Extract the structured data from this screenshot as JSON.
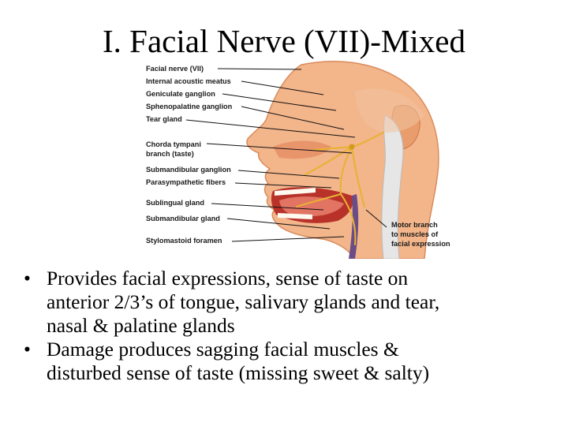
{
  "slide": {
    "title": "I.  Facial Nerve (VII)-Mixed"
  },
  "diagram": {
    "left_labels": [
      "Facial nerve (VII)",
      "Internal acoustic meatus",
      "Geniculate ganglion",
      "Sphenopalatine ganglion",
      "Tear gland",
      "Chorda tympani",
      "branch (taste)",
      "Submandibular ganglion",
      "Parasympathetic fibers",
      "Sublingual gland",
      "Submandibular gland",
      "Stylomastoid foramen"
    ],
    "right_labels": [
      "Motor branch",
      "to muscles of",
      "facial expression"
    ],
    "colors": {
      "skin": "#f3b58a",
      "skin_dark": "#e08a58",
      "nerve": "#e8b232",
      "mouth": "#b8322a",
      "bone": "#e6e6e6",
      "vessel": "#6a4d86"
    }
  },
  "bullets": [
    {
      "marker": "•",
      "lines": [
        "Provides facial expressions, sense of taste on",
        "anterior 2/3’s of tongue, salivary glands and tear,",
        "nasal & palatine glands"
      ]
    },
    {
      "marker": "•",
      "lines": [
        "Damage produces sagging facial muscles &",
        "disturbed sense of taste (missing sweet & salty)"
      ]
    }
  ]
}
